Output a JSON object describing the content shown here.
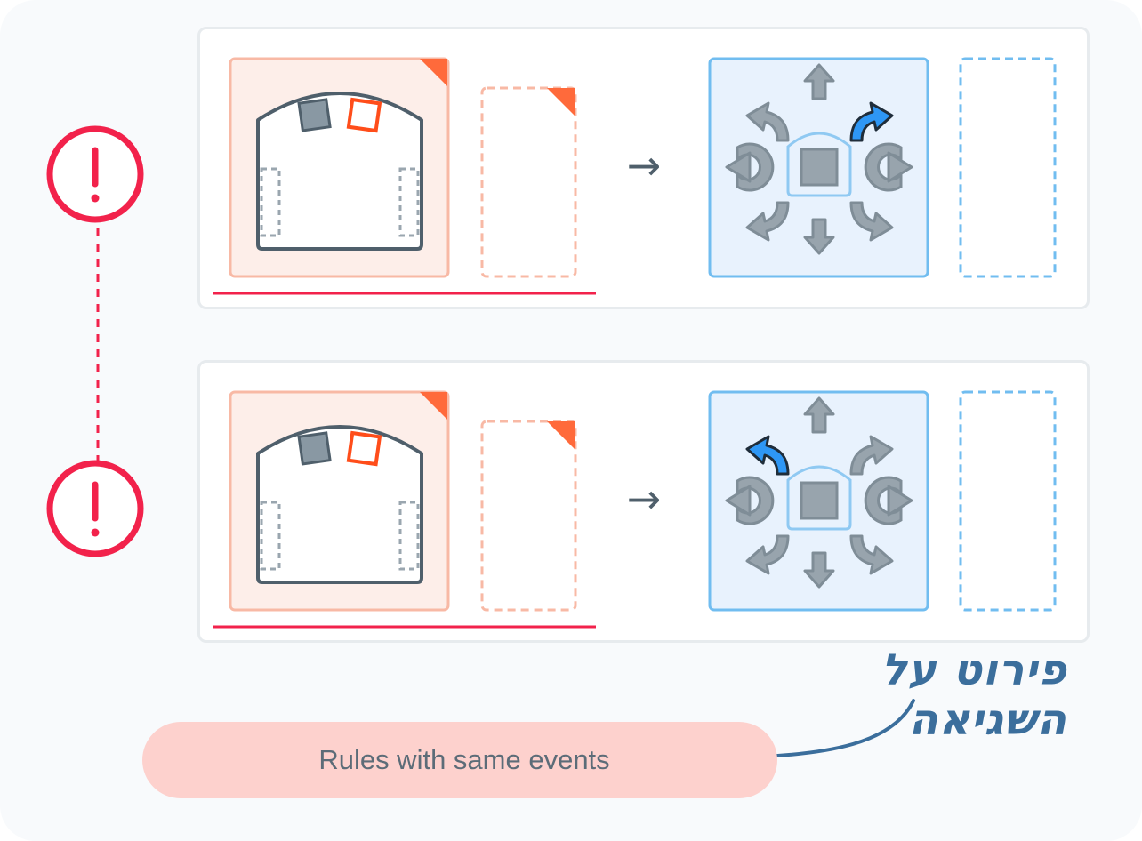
{
  "rules": [
    {
      "id": "rule-1",
      "arrow_glyph": "→",
      "events": [
        {
          "type": "robot-sensor-panel",
          "state": "configured",
          "accent": "#fdeee9"
        },
        {
          "type": "empty-event-slot",
          "state": "empty"
        }
      ],
      "actions": [
        {
          "type": "direction-pad",
          "selected_direction": "forward-right"
        },
        {
          "type": "empty-action-slot",
          "state": "empty"
        }
      ]
    },
    {
      "id": "rule-2",
      "arrow_glyph": "→",
      "events": [
        {
          "type": "robot-sensor-panel",
          "state": "configured"
        },
        {
          "type": "empty-event-slot",
          "state": "empty"
        }
      ],
      "actions": [
        {
          "type": "direction-pad",
          "selected_direction": "forward-left"
        },
        {
          "type": "empty-action-slot",
          "state": "empty"
        }
      ]
    }
  ],
  "error": {
    "icon": "exclamation-circle-icon",
    "message": "Rules with same events",
    "annotation": "פירוט על השגיאה"
  },
  "colors": {
    "error_red": "#f2224b",
    "event_fill": "#fdeee9",
    "event_border": "#f8b9a5",
    "event_corner": "#ff6a3b",
    "action_fill": "#e8f2fd",
    "action_border": "#71bdf0",
    "arrow_gray": "#98a4ad",
    "arrow_selected": "#2e97f5",
    "annotation_blue": "#3b6e9c",
    "pill_fill": "#fdd1cd"
  }
}
